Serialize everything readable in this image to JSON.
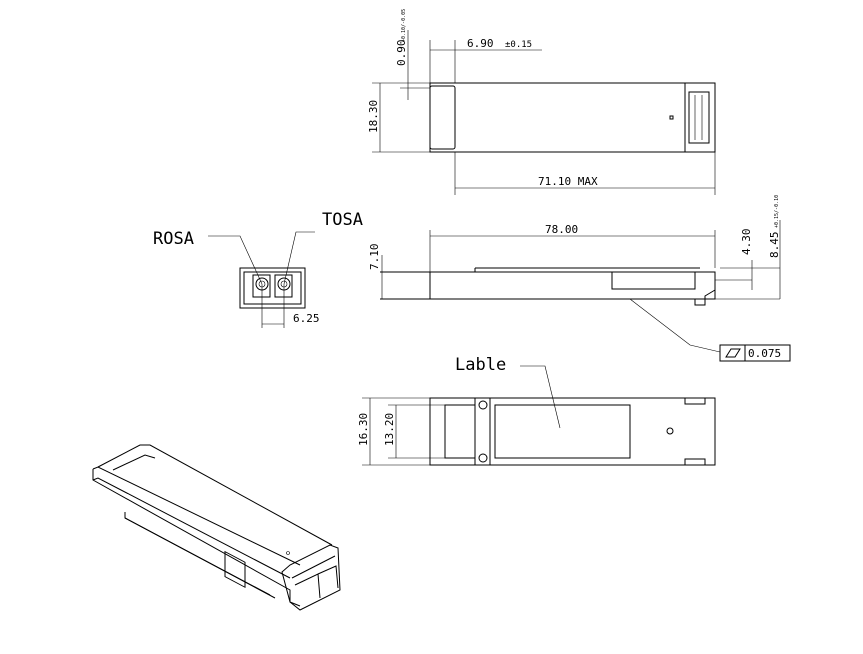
{
  "top_view": {
    "width_dim": "18.30",
    "nose_dim": "6.90",
    "nose_tol": "±0.15",
    "offset_dim": "0.90",
    "offset_tol": "+0.10/-0.05",
    "length_dim": "71.10 MAX"
  },
  "side_view": {
    "length_dim": "78.00",
    "height_dim": "7.10",
    "rear_dim": "4.30",
    "total_height_dim": "8.45",
    "total_height_tol": "+0.15/-0.10",
    "flatness_value": "0.075",
    "flatness_symbol": "flatness-icon"
  },
  "front_view": {
    "rosa_label": "ROSA",
    "tosa_label": "TOSA",
    "pitch_dim": "6.25"
  },
  "bottom_view": {
    "label_callout": "Lable",
    "width_dim": "16.30",
    "inner_dim": "13.20"
  }
}
